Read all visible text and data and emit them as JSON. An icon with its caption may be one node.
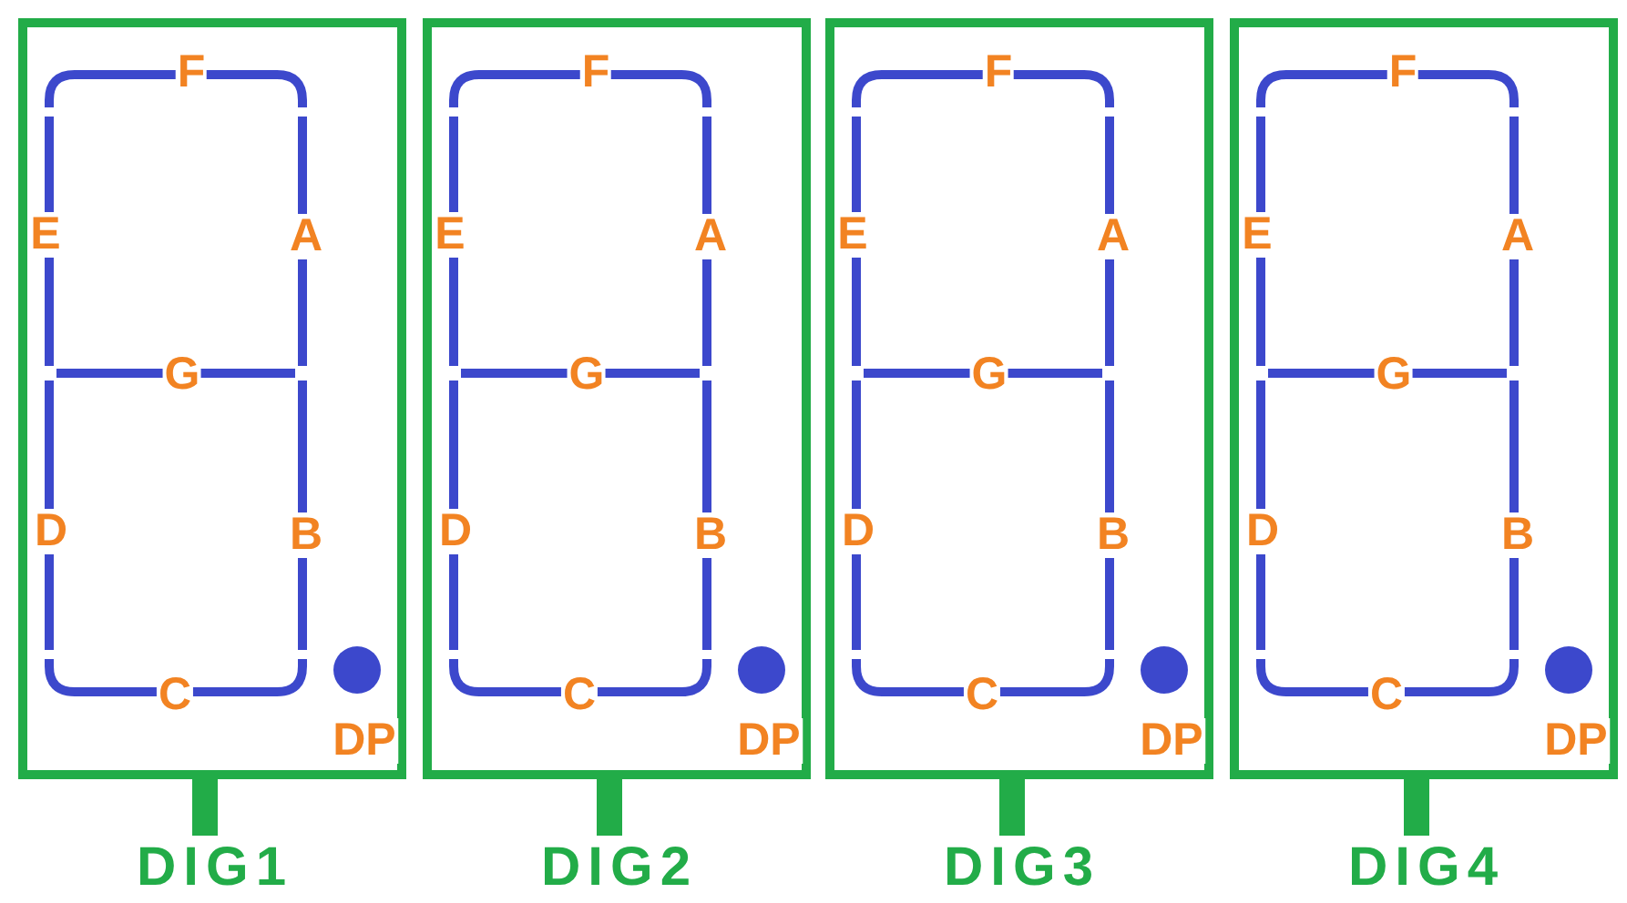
{
  "diagram": {
    "nodes": [
      {
        "text": [],
        "shape": "box"
      },
      {
        "text": [
          "DIG1"
        ]
      },
      {
        "text": [],
        "shape": "box"
      },
      {
        "text": [
          "DIG2"
        ]
      },
      {
        "text": [],
        "shape": "box"
      },
      {
        "text": [
          "DIG3"
        ]
      },
      {
        "text": [],
        "shape": "box"
      },
      {
        "text": [
          "DIG4"
        ]
      }
    ],
    "edges": [
      {
        "from": 0,
        "to": 1,
        "arrow": "none"
      },
      {
        "from": 2,
        "to": 3,
        "arrow": "none"
      },
      {
        "from": 4,
        "to": 5,
        "arrow": "none"
      },
      {
        "from": 6,
        "to": 7,
        "arrow": "none"
      }
    ],
    "labels": [
      "F",
      "E",
      "A",
      "G",
      "D",
      "B",
      "C",
      "DP",
      "F",
      "E",
      "A",
      "G",
      "D",
      "B",
      "C",
      "DP",
      "F",
      "E",
      "A",
      "G",
      "D",
      "B",
      "C",
      "DP",
      "F",
      "E",
      "A",
      "G",
      "D",
      "B",
      "C",
      "DP"
    ]
  }
}
